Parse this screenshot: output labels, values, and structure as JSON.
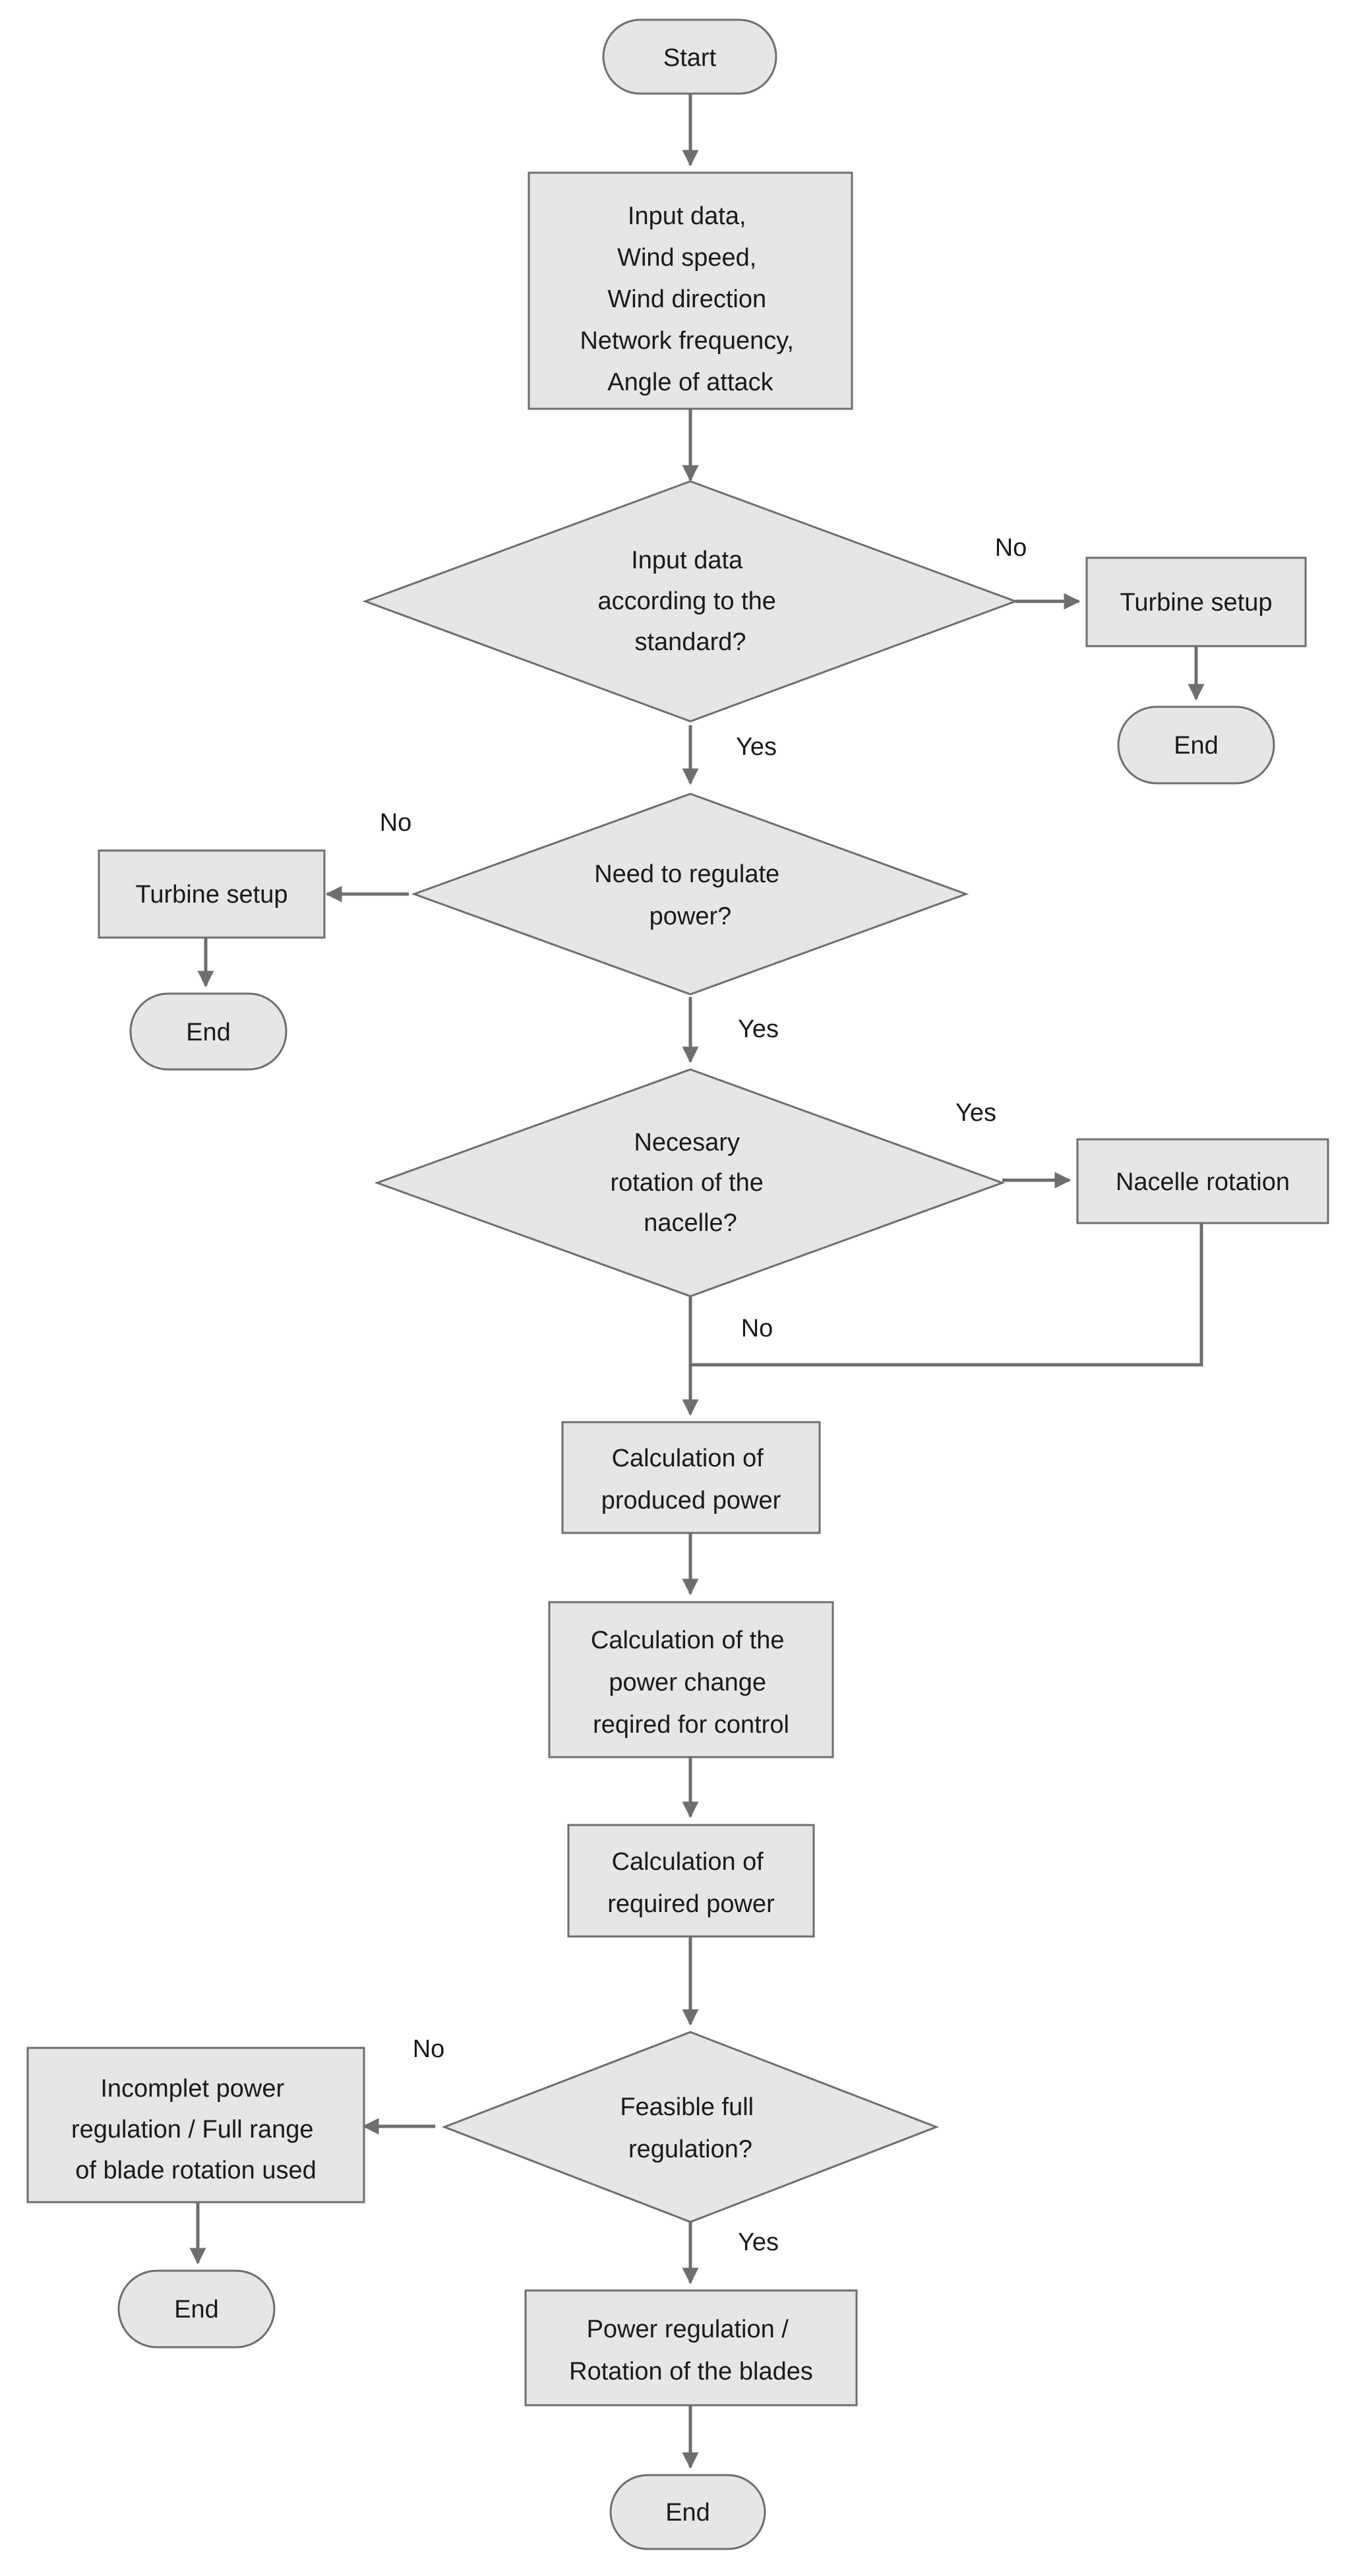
{
  "nodes": {
    "start": {
      "lines": [
        "Start"
      ]
    },
    "input": {
      "lines": [
        "Input data,",
        "Wind speed,",
        "Wind direction",
        "Network frequency,",
        "Angle of attack"
      ]
    },
    "check_standard": {
      "lines": [
        "Input data",
        "according to the",
        "standard?"
      ]
    },
    "turbine_setup_1": {
      "lines": [
        "Turbine setup"
      ]
    },
    "end_1": {
      "lines": [
        "End"
      ]
    },
    "regulate_power": {
      "lines": [
        "Need to regulate",
        "power?"
      ]
    },
    "turbine_setup_2": {
      "lines": [
        "Turbine setup"
      ]
    },
    "end_2": {
      "lines": [
        "End"
      ]
    },
    "nacelle_check": {
      "lines": [
        "Necesary",
        "rotation of the",
        "nacelle?"
      ]
    },
    "nacelle_rotation": {
      "lines": [
        "Nacelle rotation"
      ]
    },
    "calc_produced": {
      "lines": [
        "Calculation of",
        "produced power"
      ]
    },
    "calc_change": {
      "lines": [
        "Calculation of the",
        "power change",
        "reqired for control"
      ]
    },
    "calc_required": {
      "lines": [
        "Calculation of",
        "required power"
      ]
    },
    "feasible": {
      "lines": [
        "Feasible full",
        "regulation?"
      ]
    },
    "incomplete": {
      "lines": [
        "Incomplet power",
        "regulation / Full range",
        "of blade rotation used"
      ]
    },
    "end_3": {
      "lines": [
        "End"
      ]
    },
    "power_regulation": {
      "lines": [
        "Power regulation /",
        "Rotation of the blades"
      ]
    },
    "end_4": {
      "lines": [
        "End"
      ]
    }
  },
  "edge_labels": {
    "standard_no": "No",
    "standard_yes": "Yes",
    "regulate_no": "No",
    "regulate_yes": "Yes",
    "nacelle_yes": "Yes",
    "nacelle_no": "No",
    "feasible_no": "No",
    "feasible_yes": "Yes"
  }
}
